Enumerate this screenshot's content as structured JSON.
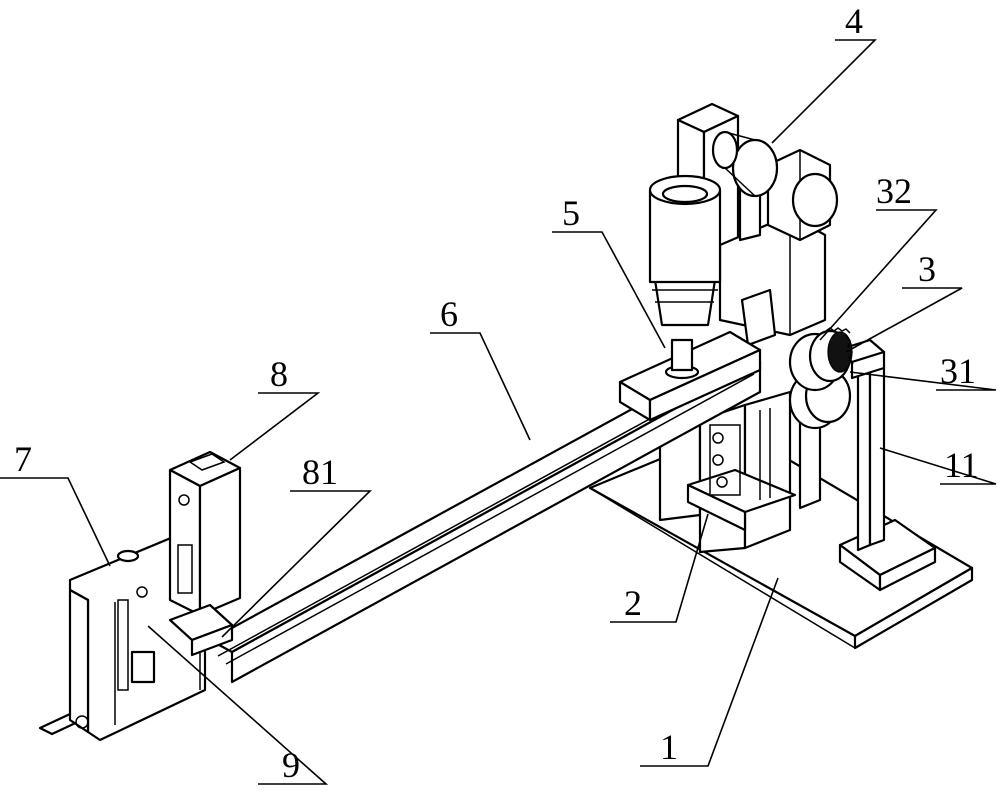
{
  "labels": {
    "base": "1",
    "lift_unit": "2",
    "roller_unit": "3",
    "roller_upper": "31",
    "gear": "32",
    "motor_unit": "4",
    "spindle_head": "5",
    "guide_rail": "6",
    "end_bracket": "7",
    "clamp_block": "8",
    "clamp_tip": "81",
    "stopper": "9",
    "column": "11"
  }
}
